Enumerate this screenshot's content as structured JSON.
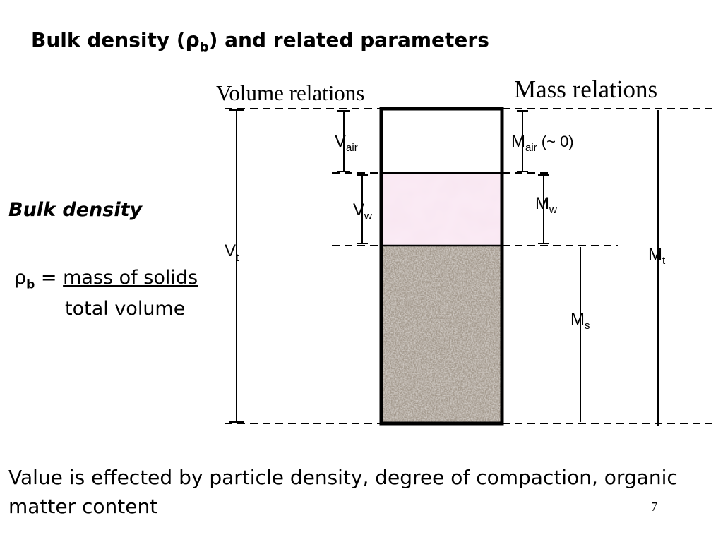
{
  "title": {
    "prefix": "Bulk density (",
    "symbol": "ρ",
    "subscript": "b",
    "suffix": ") and related parameters"
  },
  "bulk_heading": "Bulk density",
  "formula": {
    "symbol": "ρ",
    "subscript": "b",
    "equals": " = ",
    "numerator": "mass of solids",
    "denominator": "total volume"
  },
  "diagram": {
    "volume_heading": "Volume relations",
    "mass_heading": "Mass relations",
    "labels": {
      "v_air": {
        "base": "V",
        "sub": "air"
      },
      "v_w": {
        "base": "V",
        "sub": "w"
      },
      "v_t": {
        "base": "V",
        "sub": "t"
      },
      "m_air": {
        "base": "M",
        "sub": "air",
        "suffix": " (~ 0)"
      },
      "m_w": {
        "base": "M",
        "sub": "w"
      },
      "m_s": {
        "base": "M",
        "sub": "s"
      },
      "m_t": {
        "base": "M",
        "sub": "t"
      }
    },
    "colors": {
      "air": "#ffffff",
      "water": "#f8e6f1",
      "solids": "#a49a8e",
      "line": "#000000"
    }
  },
  "footer": "Value is effected by particle density, degree of compaction, organic matter content",
  "page_number": "7"
}
